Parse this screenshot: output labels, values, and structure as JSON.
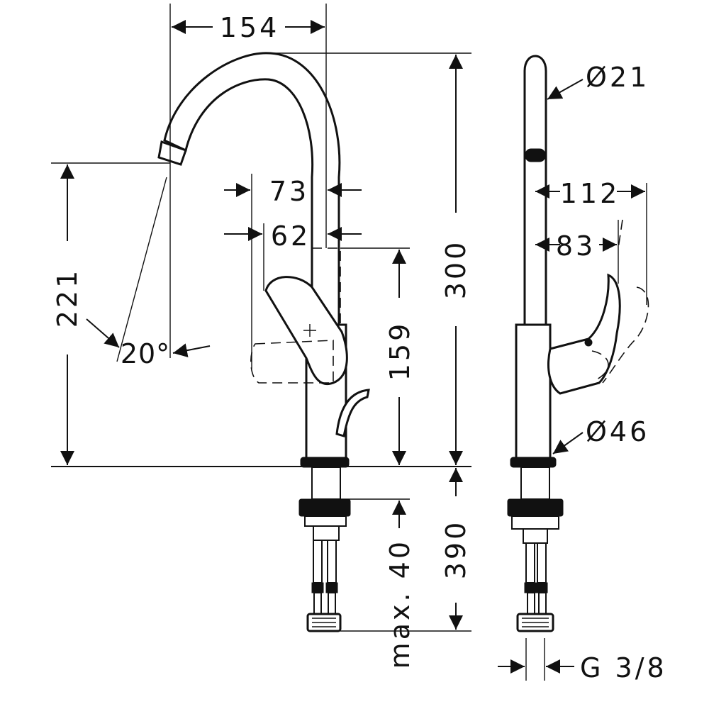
{
  "dimensions": {
    "width_total": "154",
    "height_total": "300",
    "spout_height": "221",
    "angle": "20°",
    "lever_offset_73": "73",
    "lever_offset_62": "62",
    "lever_height": "159",
    "below_deck": "390",
    "max_thickness": "max. 40",
    "spout_diameter": "Ø21",
    "body_diameter": "Ø46",
    "side_depth_112": "112",
    "side_depth_83": "83",
    "connection_thread": "G 3/8"
  }
}
